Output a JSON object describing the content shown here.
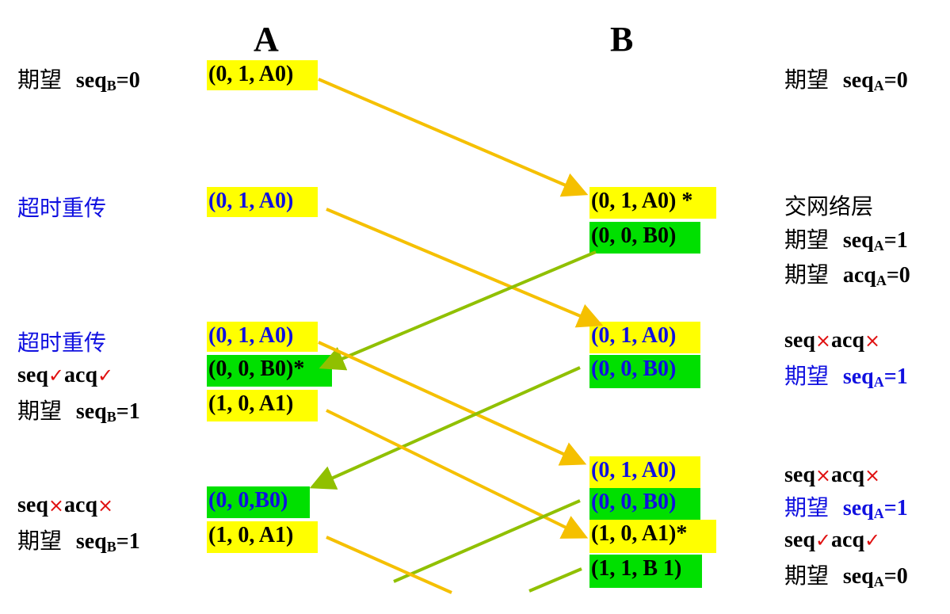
{
  "headers": {
    "a": "A",
    "b": "B"
  },
  "left": {
    "r1_prefix": "期望",
    "r1_seq": "seq",
    "r1_sub": "B",
    "r1_val": "=0",
    "r2": "超时重传",
    "r3": "超时重传",
    "r4_seq": "seq",
    "r4_mark1": "✓",
    "r4_acq": "acq",
    "r4_mark2": "✓",
    "r5_prefix": "期望",
    "r5_seq": "seq",
    "r5_sub": "B",
    "r5_val": "=1",
    "r6_seq": "seq",
    "r6_mark1": "×",
    "r6_acq": "acq",
    "r6_mark2": "×",
    "r7_prefix": "期望",
    "r7_seq": "seq",
    "r7_sub": "B",
    "r7_val": "=1"
  },
  "right": {
    "r1_prefix": "期望",
    "r1_seq": "seq",
    "r1_sub": "A",
    "r1_val": "=0",
    "r2": "交网络层",
    "r3_prefix": "期望",
    "r3_seq": "seq",
    "r3_sub": "A",
    "r3_val": "=1",
    "r4_prefix": "期望",
    "r4_seq": "acq",
    "r4_sub": "A",
    "r4_val": "=0",
    "r5_seq": "seq",
    "r5_mark1": "×",
    "r5_acq": "acq",
    "r5_mark2": "×",
    "r6_prefix": "期望",
    "r6_seq": "seq",
    "r6_sub": "A",
    "r6_val": "=1",
    "r7_seq": "seq",
    "r7_mark1": "×",
    "r7_acq": "acq",
    "r7_mark2": "×",
    "r8_prefix": "期望",
    "r8_seq": "seq",
    "r8_sub": "A",
    "r8_val": "=1",
    "r9_seq": "seq",
    "r9_mark1": "✓",
    "r9_acq": "acq",
    "r9_mark2": "✓",
    "r10_prefix": "期望",
    "r10_seq": "seq",
    "r10_sub": "A",
    "r10_val": "=0"
  },
  "frames_a": [
    "(0, 1, A0)",
    "(0, 1, A0)",
    "(0, 1, A0)",
    "(0, 0, B0)*",
    "(1, 0, A1)",
    "(0, 0,B0)",
    "(1, 0, A1)"
  ],
  "frames_b": [
    "(0, 1, A0)  *",
    "(0, 0, B0)",
    "(0, 1, A0)",
    "(0, 0, B0)",
    "(0, 1, A0)",
    "(0, 0, B0)",
    "(1, 0, A1)*",
    "(1, 1, B 1)"
  ],
  "colors": {
    "yellow_box": "#ffff00",
    "green_box": "#00e000",
    "yellow_arrow": "#f5c000",
    "green_arrow": "#90c000",
    "blue_text": "#1010e0",
    "mark_red": "#e01010"
  }
}
